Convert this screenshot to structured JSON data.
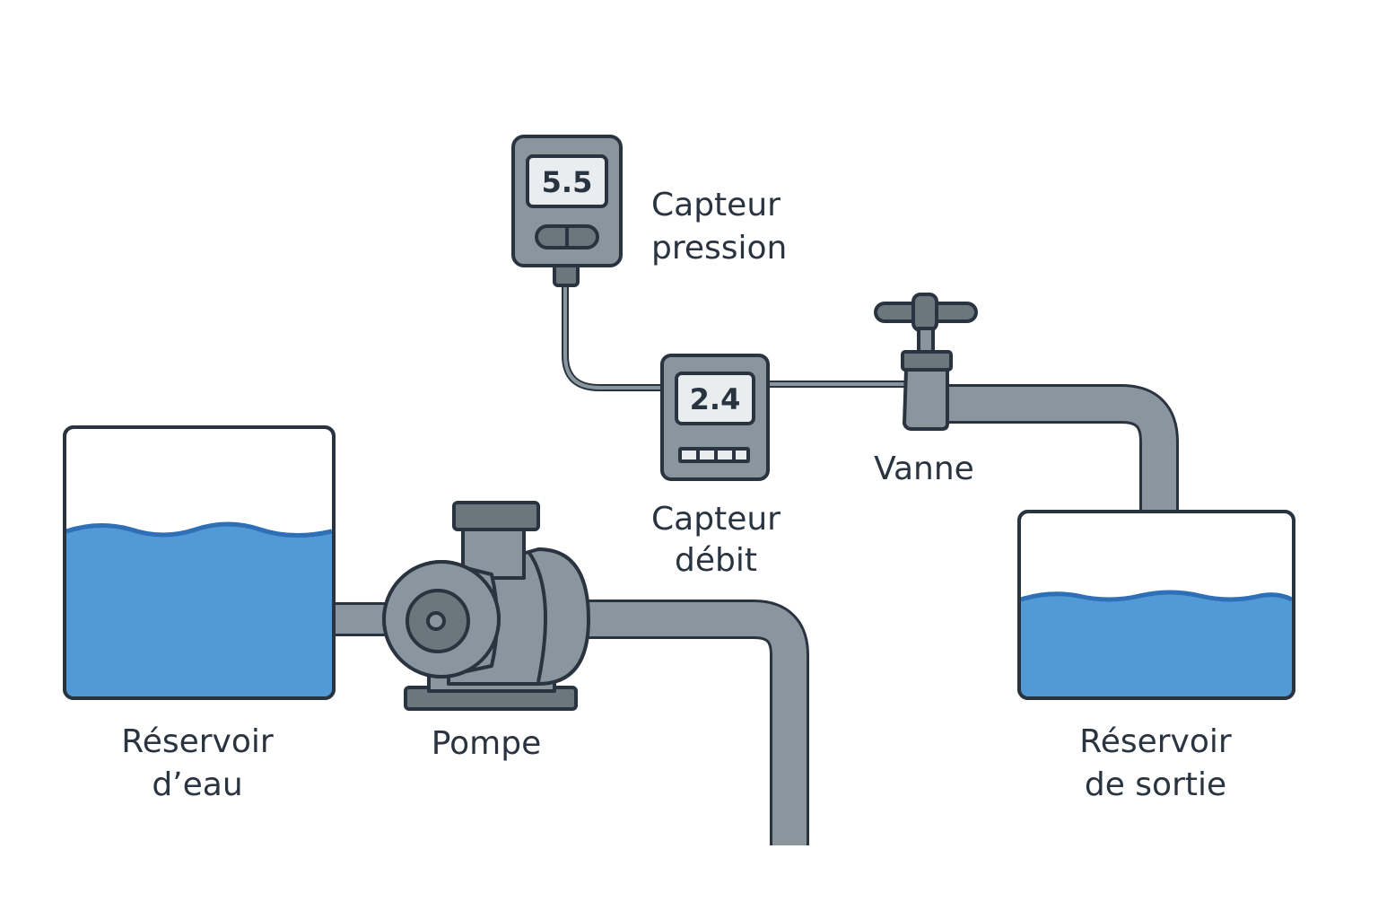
{
  "components": {
    "source_tank": {
      "label_line1": "Réservoir",
      "label_line2": "d’eau"
    },
    "pump": {
      "label": "Pompe"
    },
    "pressure_sensor": {
      "label_line1": "Capteur",
      "label_line2": "pression",
      "reading": "5.5"
    },
    "flow_sensor": {
      "label_line1": "Capteur",
      "label_line2": "débit",
      "reading": "2.4"
    },
    "valve": {
      "label": "Vanne"
    },
    "output_tank": {
      "label_line1": "Réservoir",
      "label_line2": "de sortie"
    }
  },
  "colors": {
    "water": "#519ad6",
    "water_surface": "#2e6fb8",
    "pipe": "#8a969e",
    "metal_dark": "#6b767d",
    "outline": "#2a3440",
    "panel": "#e9edf0"
  }
}
